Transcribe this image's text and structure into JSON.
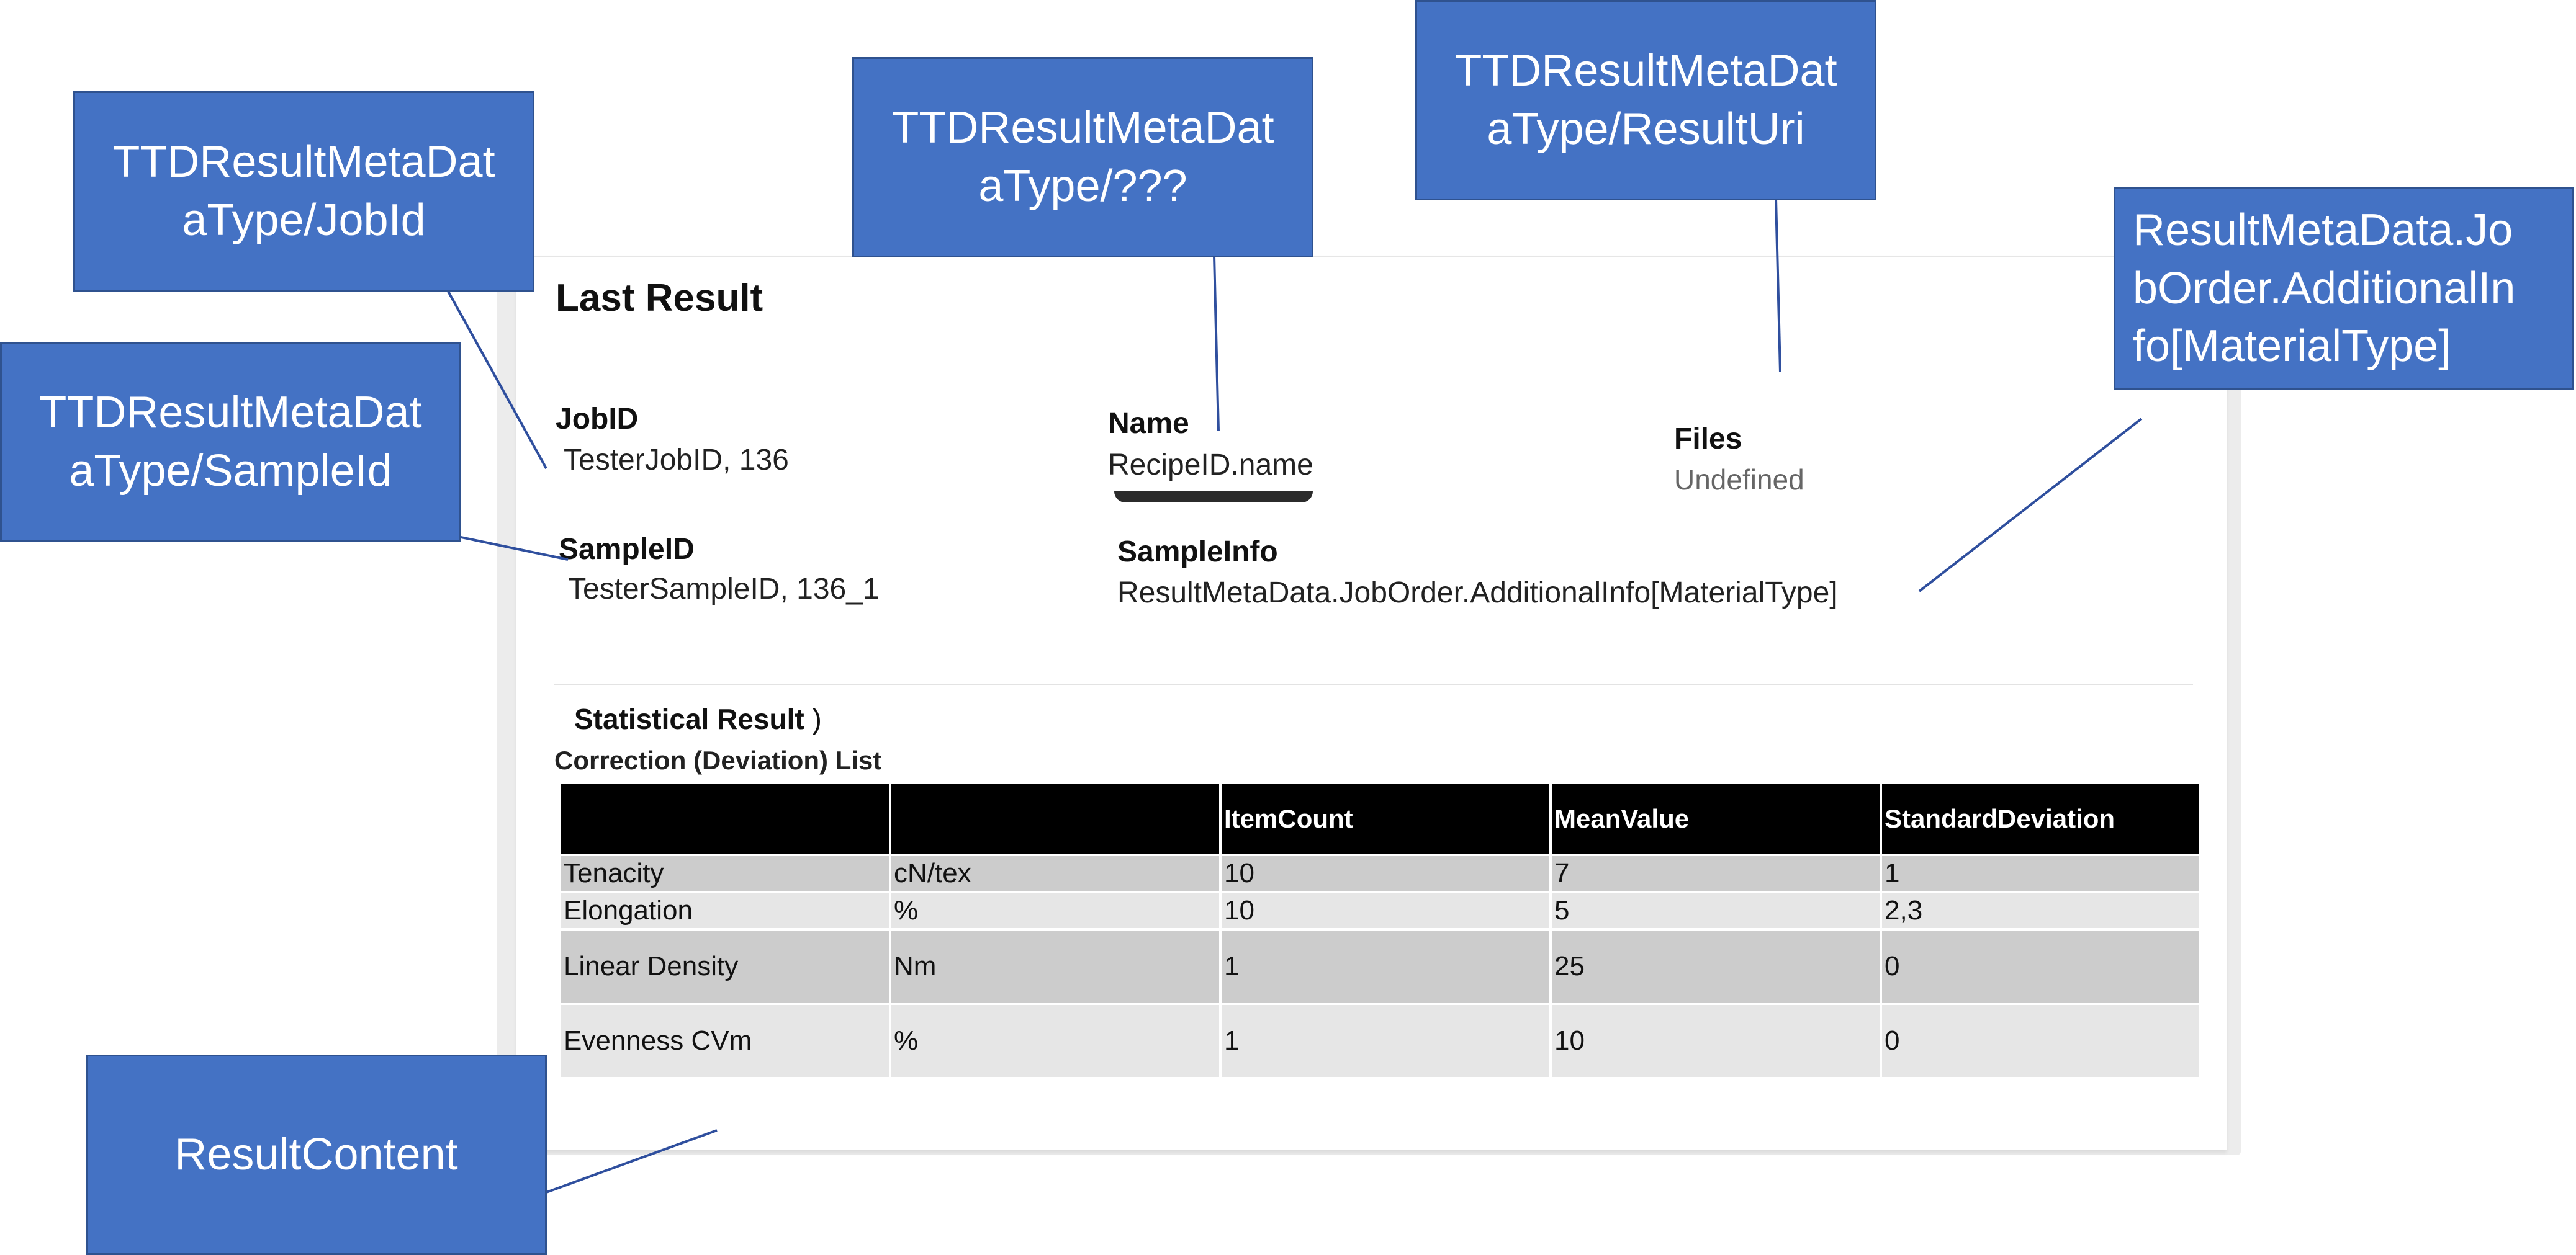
{
  "panel": {
    "title": "Last Result",
    "job_id": {
      "label": "JobID",
      "value": "TesterJobID, 136"
    },
    "name": {
      "label": "Name",
      "value": "RecipeID.name"
    },
    "files": {
      "label": "Files",
      "value": "Undefined"
    },
    "sample_id": {
      "label": "SampleID",
      "value": "TesterSampleID, 136_1"
    },
    "sample_info": {
      "label": "SampleInfo",
      "value": "ResultMetaData.JobOrder.AdditionalInfo[MaterialType]"
    },
    "statistical_result": "Statistical Result",
    "statistical_paren": ")",
    "correction_list": "Correction (Deviation) List",
    "table": {
      "headers": [
        "",
        "",
        "ItemCount",
        "MeanValue",
        "StandardDeviation"
      ],
      "rows": [
        [
          "Tenacity",
          "cN/tex",
          "10",
          "7",
          "1"
        ],
        [
          "Elongation",
          "%",
          "10",
          "5",
          "2,3"
        ],
        [
          "Linear Density",
          "Nm",
          "1",
          "25",
          "0"
        ],
        [
          "Evenness CVm",
          "%",
          "1",
          "10",
          "0"
        ]
      ]
    }
  },
  "callouts": {
    "job_id": "TTDResultMetaDat\naType/JobId",
    "sample_id": "TTDResultMetaDat\naType/SampleId",
    "name": "TTDResultMetaDat\naType/???",
    "result_uri": "TTDResultMetaDat\naType/ResultUri",
    "material_type": "ResultMetaData.Jo\nbOrder.AdditionalIn\nfo[MaterialType]",
    "result_content": "ResultContent"
  },
  "colors": {
    "callout_fill": "#4472c4",
    "callout_border": "#2f528f",
    "leader_line": "#2f4f9e",
    "table_header": "#000000",
    "row_dark": "#cccccc",
    "row_light": "#e6e6e6"
  }
}
